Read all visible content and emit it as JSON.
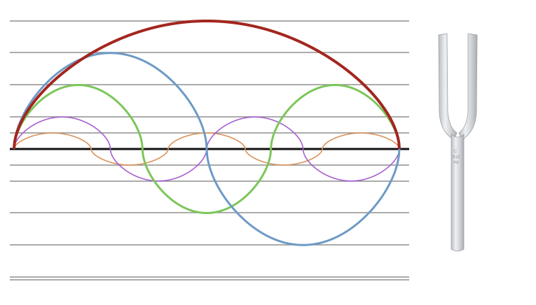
{
  "diagram": {
    "description_type": "harmonic-waves",
    "colors": {
      "background": "#ffffff",
      "staff_line": "#8f8f8f",
      "axis_line": "#111111",
      "fork_metal": "#d6d9dc"
    },
    "waves": [
      {
        "harmonic": 1,
        "color": "#a3261f",
        "relative_amplitude": 1.0
      },
      {
        "harmonic": 2,
        "color": "#6d9ac6",
        "relative_amplitude": 0.75
      },
      {
        "harmonic": 3,
        "color": "#7cc65a",
        "relative_amplitude": 0.5
      },
      {
        "harmonic": 4,
        "color": "#a65fd0",
        "relative_amplitude": 0.25
      },
      {
        "harmonic": 5,
        "color": "#d9925a",
        "relative_amplitude": 0.125
      }
    ],
    "fork_engraving": [
      "C",
      "512",
      "Hz"
    ]
  }
}
